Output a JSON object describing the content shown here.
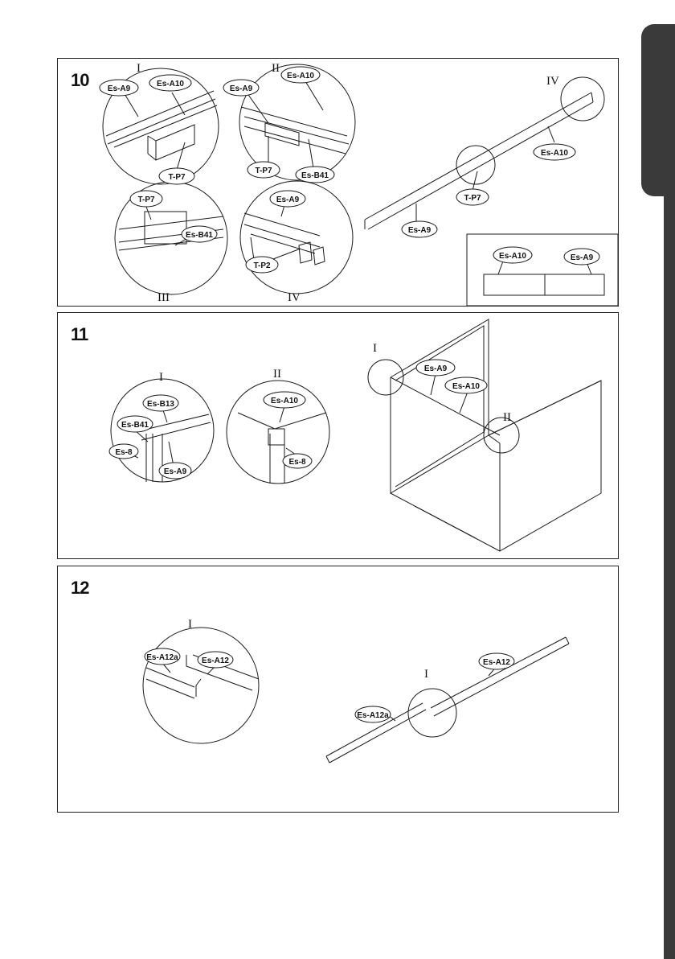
{
  "steps": [
    {
      "number": "10",
      "callouts": {
        "I": {
          "marker": "I",
          "labels": [
            "Es-A9",
            "Es-A10",
            "T-P7"
          ]
        },
        "II": {
          "marker": "II",
          "labels": [
            "Es-A9",
            "Es-A10",
            "T-P7",
            "Es-B41"
          ]
        },
        "III": {
          "marker": "III",
          "labels": [
            "T-P7",
            "Es-B41"
          ]
        },
        "IV": {
          "marker": "IV",
          "labels": [
            "Es-A9",
            "T-P2"
          ]
        }
      },
      "main": {
        "labels": [
          "Es-A10",
          "T-P7",
          "Es-A9"
        ],
        "marker": "IV"
      },
      "inset": {
        "labels": [
          "Es-A10",
          "Es-A9"
        ]
      }
    },
    {
      "number": "11",
      "callouts": {
        "I": {
          "marker": "I",
          "labels": [
            "Es-B13",
            "Es-B41",
            "Es-8",
            "Es-A9"
          ]
        },
        "II": {
          "marker": "II",
          "labels": [
            "Es-A10",
            "Es-8"
          ]
        }
      },
      "main": {
        "labels": [
          "Es-A9",
          "Es-A10"
        ],
        "markers": [
          "I",
          "II"
        ]
      }
    },
    {
      "number": "12",
      "callouts": {
        "I": {
          "marker": "I",
          "labels": [
            "Es-A12a",
            "Es-A12"
          ]
        }
      },
      "main": {
        "labels": [
          "Es-A12",
          "Es-A12a"
        ],
        "marker": "I"
      }
    }
  ],
  "colors": {
    "line": "#1a1a1a",
    "tab": "#3a3a3a",
    "background": "#ffffff"
  }
}
